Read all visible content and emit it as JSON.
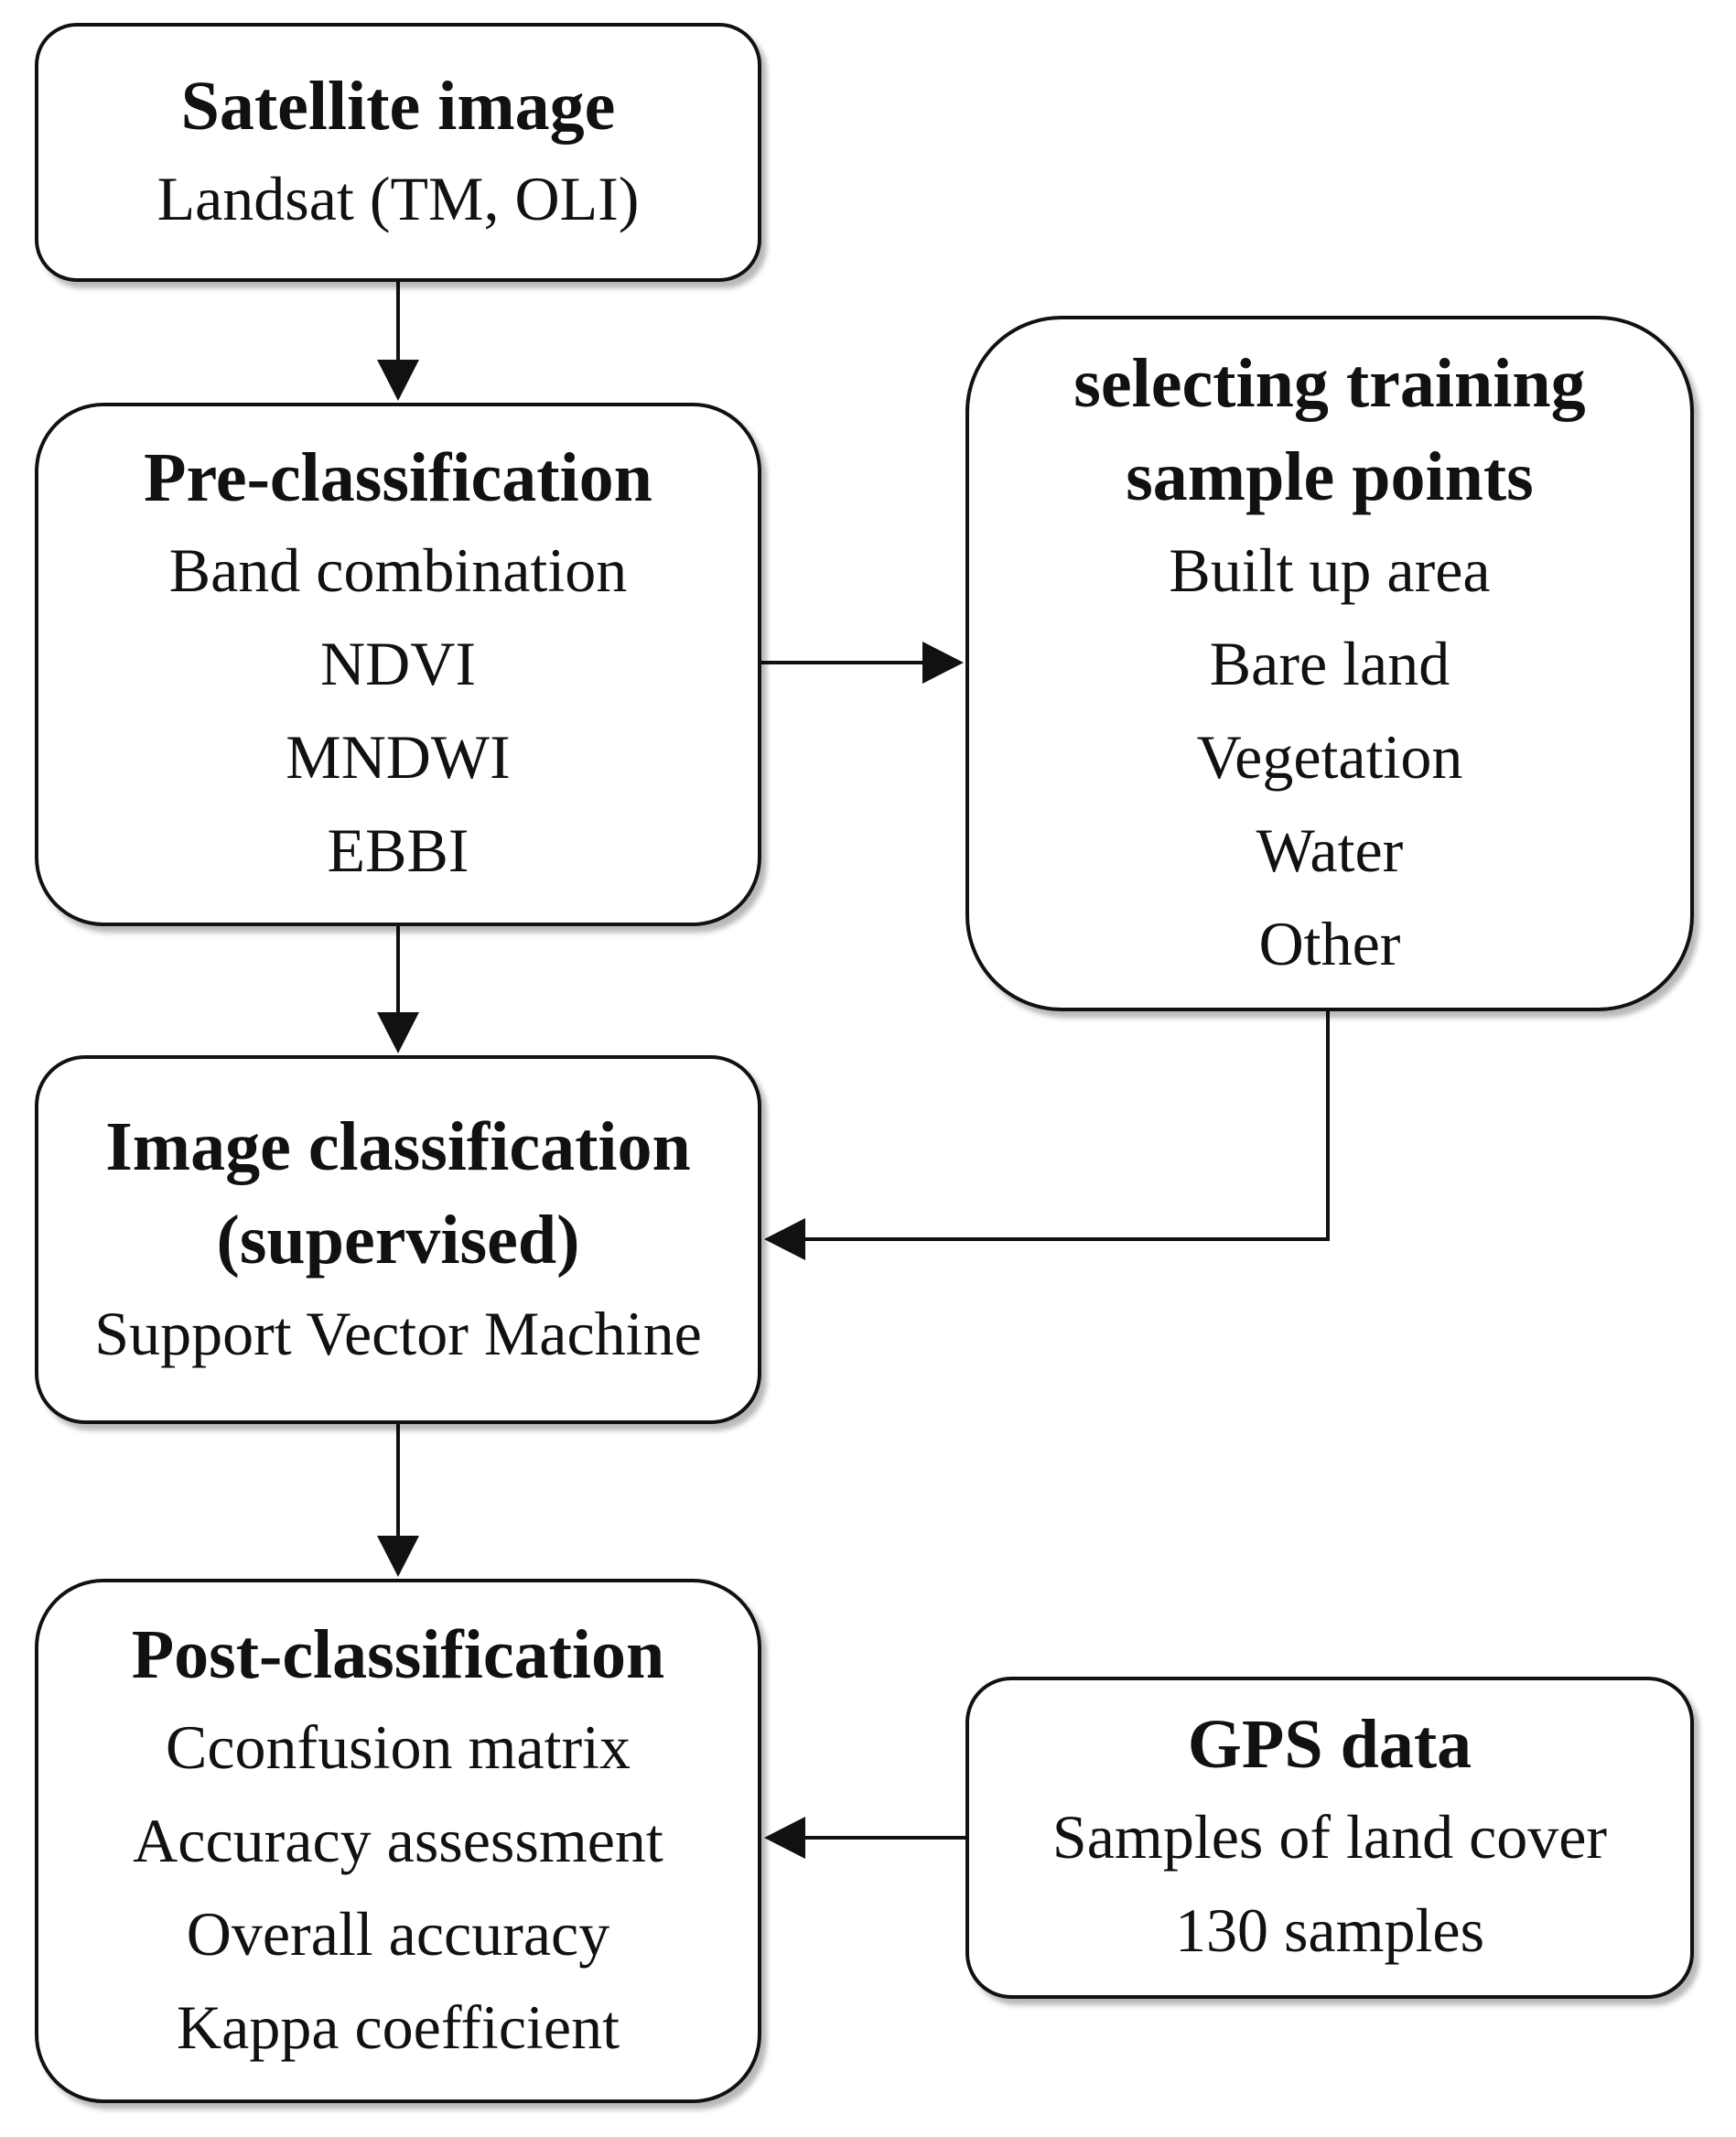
{
  "boxes": {
    "satellite": {
      "title": "Satellite image",
      "lines": [
        "Landsat (TM, OLI)"
      ]
    },
    "pre": {
      "title": "Pre-classification",
      "lines": [
        "Band combination",
        "NDVI",
        "MNDWI",
        "EBBI"
      ]
    },
    "training": {
      "title_lines": [
        "selecting training",
        "sample points"
      ],
      "lines": [
        "Built up area",
        "Bare land",
        "Vegetation",
        "Water",
        "Other"
      ]
    },
    "image": {
      "title_lines": [
        "Image classification",
        "(supervised)"
      ],
      "lines": [
        "Support Vector Machine"
      ]
    },
    "post": {
      "title": "Post-classification",
      "lines": [
        "Cconfusion matrix",
        "Accuracy assessment",
        "Overall accuracy",
        "Kappa coefficient"
      ]
    },
    "gps": {
      "title": "GPS data",
      "lines": [
        "Samples of land cover",
        "130 samples"
      ]
    }
  },
  "colors": {
    "stroke": "#111111",
    "fill": "#ffffff"
  }
}
